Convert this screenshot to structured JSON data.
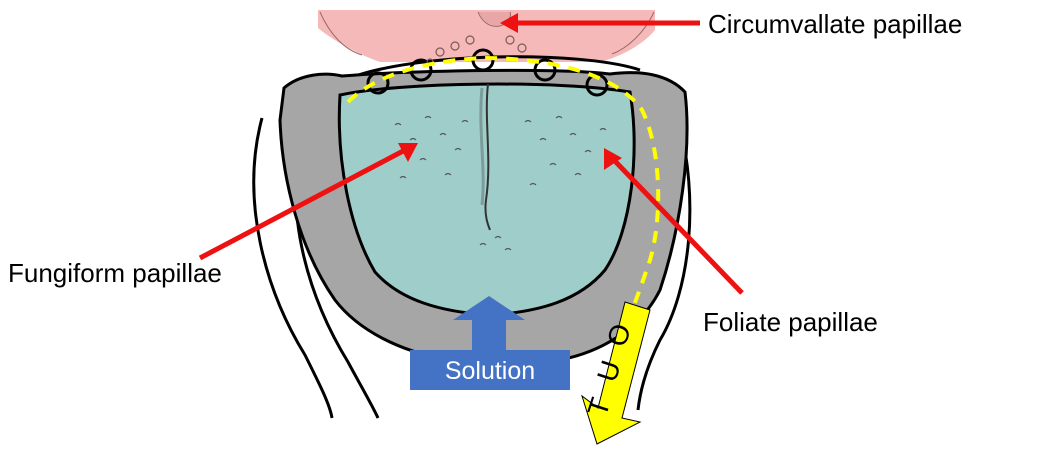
{
  "labels": {
    "circumvallate": "Circumvallate papillae",
    "fungiform": "Fungiform papillae",
    "foliate": "Foliate papillae"
  },
  "solution_label": "Solution",
  "out_letters": [
    "O",
    "U",
    "T"
  ],
  "colors": {
    "label_arrow": "#ee1111",
    "solution_arrow": "#4472c4",
    "out_arrow": "#ffff00",
    "tongue": "#9fcdc9",
    "cup": "#a6a6a6",
    "throat": "#f6b9b9",
    "flow_path": "#ffff00"
  },
  "icons": {
    "circumvallate_papilla": "ring",
    "flow_path": "dashed-curve"
  }
}
